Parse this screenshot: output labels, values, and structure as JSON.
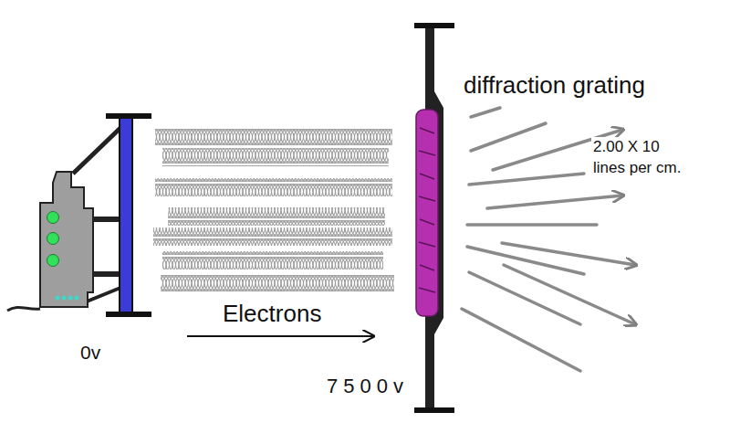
{
  "diagram": {
    "labels": [
      "diffraction grating",
      "2.00 X 10 lines per cm.",
      "Electrons",
      "0v",
      "7500v"
    ]
  }
}
